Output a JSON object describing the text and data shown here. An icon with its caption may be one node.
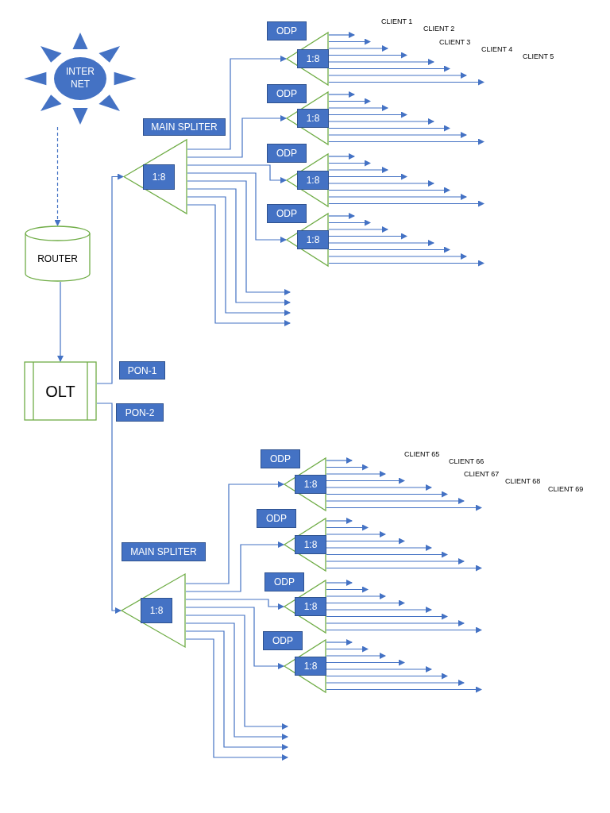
{
  "diagram": {
    "nodes": [
      {
        "text": [
          "INTER NET"
        ]
      },
      {
        "text": [
          "ROUTER"
        ]
      },
      {
        "text": [
          "OLT"
        ]
      },
      {
        "text": [
          "1:8"
        ],
        "beside": [
          "MAIN SPLITER"
        ]
      },
      {
        "text": [
          "1:8"
        ],
        "beside": [
          "ODP"
        ]
      },
      {
        "text": [
          "1:8"
        ],
        "beside": [
          "ODP"
        ]
      },
      {
        "text": [
          "1:8"
        ],
        "beside": [
          "ODP"
        ]
      },
      {
        "text": [
          "1:8"
        ],
        "beside": [
          "ODP"
        ]
      },
      {
        "text": [
          "1:8"
        ],
        "beside": [
          "MAIN SPLITER"
        ]
      },
      {
        "text": [
          "1:8"
        ],
        "beside": [
          "ODP"
        ]
      },
      {
        "text": [
          "1:8"
        ],
        "beside": [
          "ODP"
        ]
      },
      {
        "text": [
          "1:8"
        ],
        "beside": [
          "ODP"
        ]
      },
      {
        "text": [
          "1:8"
        ],
        "beside": [
          "ODP"
        ]
      }
    ],
    "edges": [
      {
        "from": 0,
        "to": 1,
        "arrow": "to",
        "style": "dashed"
      },
      {
        "from": 1,
        "to": 2,
        "arrow": "to"
      },
      {
        "from": 2,
        "to": 3,
        "arrow": "to",
        "label": "PON-1"
      },
      {
        "from": 2,
        "to": 8,
        "arrow": "to",
        "label": "PON-2"
      },
      {
        "from": 3,
        "to": 4,
        "arrow": "to"
      },
      {
        "from": 3,
        "to": 5,
        "arrow": "to"
      },
      {
        "from": 3,
        "to": 6,
        "arrow": "to"
      },
      {
        "from": 3,
        "to": 7,
        "arrow": "to"
      },
      {
        "from": 3,
        "to": null,
        "arrow": "to"
      },
      {
        "from": 3,
        "to": null,
        "arrow": "to"
      },
      {
        "from": 3,
        "to": null,
        "arrow": "to"
      },
      {
        "from": 3,
        "to": null,
        "arrow": "to"
      },
      {
        "from": 4,
        "to": null,
        "arrow": "to"
      },
      {
        "from": 4,
        "to": null,
        "arrow": "to"
      },
      {
        "from": 4,
        "to": null,
        "arrow": "to"
      },
      {
        "from": 4,
        "to": null,
        "arrow": "to"
      },
      {
        "from": 4,
        "to": null,
        "arrow": "to"
      },
      {
        "from": 4,
        "to": null,
        "arrow": "to"
      },
      {
        "from": 4,
        "to": null,
        "arrow": "to"
      },
      {
        "from": 4,
        "to": null,
        "arrow": "to"
      },
      {
        "from": 5,
        "to": null,
        "arrow": "to"
      },
      {
        "from": 5,
        "to": null,
        "arrow": "to"
      },
      {
        "from": 5,
        "to": null,
        "arrow": "to"
      },
      {
        "from": 5,
        "to": null,
        "arrow": "to"
      },
      {
        "from": 5,
        "to": null,
        "arrow": "to"
      },
      {
        "from": 5,
        "to": null,
        "arrow": "to"
      },
      {
        "from": 5,
        "to": null,
        "arrow": "to"
      },
      {
        "from": 5,
        "to": null,
        "arrow": "to"
      },
      {
        "from": 6,
        "to": null,
        "arrow": "to"
      },
      {
        "from": 6,
        "to": null,
        "arrow": "to"
      },
      {
        "from": 6,
        "to": null,
        "arrow": "to"
      },
      {
        "from": 6,
        "to": null,
        "arrow": "to"
      },
      {
        "from": 6,
        "to": null,
        "arrow": "to"
      },
      {
        "from": 6,
        "to": null,
        "arrow": "to"
      },
      {
        "from": 6,
        "to": null,
        "arrow": "to"
      },
      {
        "from": 6,
        "to": null,
        "arrow": "to"
      },
      {
        "from": 7,
        "to": null,
        "arrow": "to"
      },
      {
        "from": 7,
        "to": null,
        "arrow": "to"
      },
      {
        "from": 7,
        "to": null,
        "arrow": "to"
      },
      {
        "from": 7,
        "to": null,
        "arrow": "to"
      },
      {
        "from": 7,
        "to": null,
        "arrow": "to"
      },
      {
        "from": 7,
        "to": null,
        "arrow": "to"
      },
      {
        "from": 7,
        "to": null,
        "arrow": "to"
      },
      {
        "from": 7,
        "to": null,
        "arrow": "to"
      },
      {
        "from": 8,
        "to": 9,
        "arrow": "to"
      },
      {
        "from": 8,
        "to": 10,
        "arrow": "to"
      },
      {
        "from": 8,
        "to": 11,
        "arrow": "to"
      },
      {
        "from": 8,
        "to": 12,
        "arrow": "to"
      },
      {
        "from": 8,
        "to": null,
        "arrow": "to"
      },
      {
        "from": 8,
        "to": null,
        "arrow": "to"
      },
      {
        "from": 8,
        "to": null,
        "arrow": "to"
      },
      {
        "from": 8,
        "to": null,
        "arrow": "to"
      },
      {
        "from": 9,
        "to": null,
        "arrow": "to"
      },
      {
        "from": 9,
        "to": null,
        "arrow": "to"
      },
      {
        "from": 9,
        "to": null,
        "arrow": "to"
      },
      {
        "from": 9,
        "to": null,
        "arrow": "to"
      },
      {
        "from": 9,
        "to": null,
        "arrow": "to"
      },
      {
        "from": 9,
        "to": null,
        "arrow": "to"
      },
      {
        "from": 9,
        "to": null,
        "arrow": "to"
      },
      {
        "from": 9,
        "to": null,
        "arrow": "to"
      },
      {
        "from": 10,
        "to": null,
        "arrow": "to"
      },
      {
        "from": 10,
        "to": null,
        "arrow": "to"
      },
      {
        "from": 10,
        "to": null,
        "arrow": "to"
      },
      {
        "from": 10,
        "to": null,
        "arrow": "to"
      },
      {
        "from": 10,
        "to": null,
        "arrow": "to"
      },
      {
        "from": 10,
        "to": null,
        "arrow": "to"
      },
      {
        "from": 10,
        "to": null,
        "arrow": "to"
      },
      {
        "from": 10,
        "to": null,
        "arrow": "to"
      },
      {
        "from": 11,
        "to": null,
        "arrow": "to"
      },
      {
        "from": 11,
        "to": null,
        "arrow": "to"
      },
      {
        "from": 11,
        "to": null,
        "arrow": "to"
      },
      {
        "from": 11,
        "to": null,
        "arrow": "to"
      },
      {
        "from": 11,
        "to": null,
        "arrow": "to"
      },
      {
        "from": 11,
        "to": null,
        "arrow": "to"
      },
      {
        "from": 11,
        "to": null,
        "arrow": "to"
      },
      {
        "from": 11,
        "to": null,
        "arrow": "to"
      },
      {
        "from": 12,
        "to": null,
        "arrow": "to"
      },
      {
        "from": 12,
        "to": null,
        "arrow": "to"
      },
      {
        "from": 12,
        "to": null,
        "arrow": "to"
      },
      {
        "from": 12,
        "to": null,
        "arrow": "to"
      },
      {
        "from": 12,
        "to": null,
        "arrow": "to"
      },
      {
        "from": 12,
        "to": null,
        "arrow": "to"
      },
      {
        "from": 12,
        "to": null,
        "arrow": "to"
      },
      {
        "from": 12,
        "to": null,
        "arrow": "to"
      }
    ],
    "labels": [
      "CLIENT 1",
      "CLIENT 2",
      "CLIENT 3",
      "CLIENT 4",
      "CLIENT 5",
      "CLIENT 65",
      "CLIENT 66",
      "CLIENT 67",
      "CLIENT 68",
      "CLIENT 69"
    ]
  }
}
